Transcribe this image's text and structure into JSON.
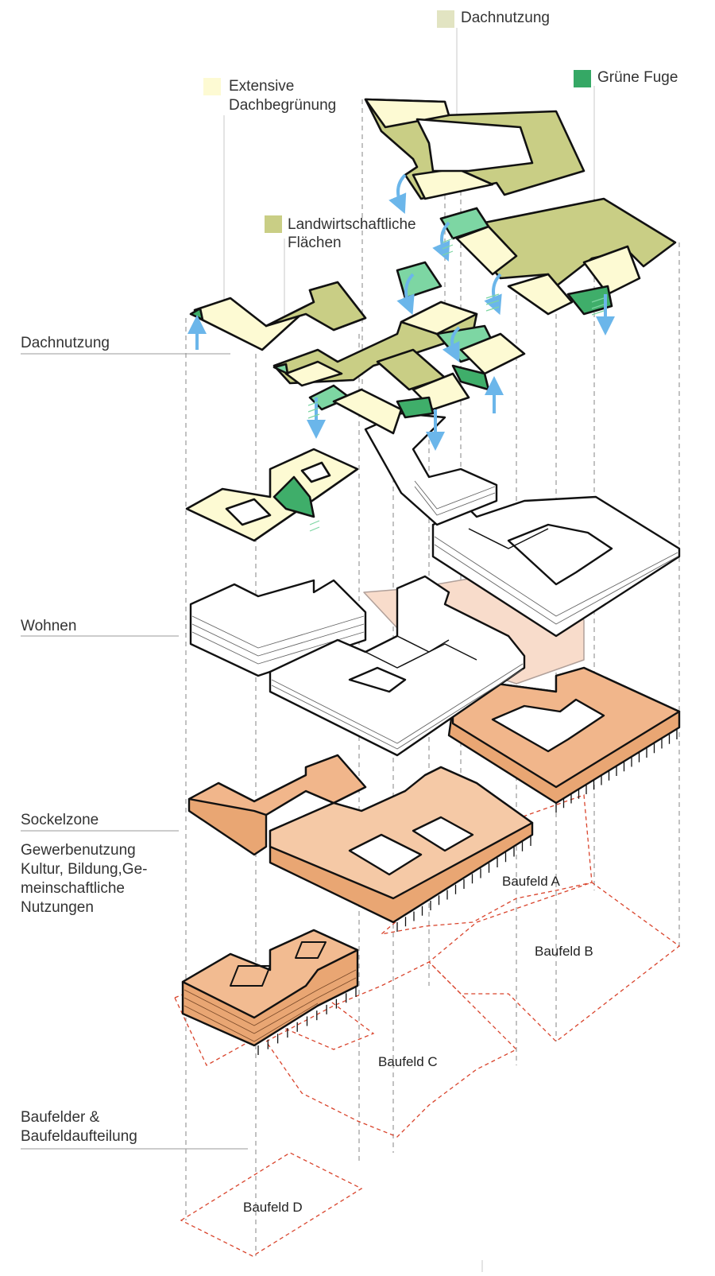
{
  "legend": {
    "dachnutzung": {
      "label": "Dachnutzung",
      "color": "#e2e4c2"
    },
    "gruene_fuge": {
      "label": "Grüne Fuge",
      "color": "#35a865"
    },
    "extensive": {
      "line1": "Extensive",
      "line2": "Dachbegrünung",
      "color": "#fdfad3"
    },
    "landwirtschaft": {
      "line1": "Landwirtschaftliche",
      "line2": "Flächen",
      "color": "#c9ce85"
    }
  },
  "layers": {
    "dachnutzung": "Dachnutzung",
    "wohnen": "Wohnen",
    "sockelzone": "Sockelzone",
    "sockel_desc": [
      "Gewerbenutzung",
      "Kultur, Bildung,Ge-",
      "meinschaftliche",
      "Nutzungen"
    ],
    "baufelder": [
      "Baufelder &",
      "Baufeldaufteilung"
    ]
  },
  "fields": {
    "a": "Baufeld A",
    "b": "Baufeld B",
    "c": "Baufeld C",
    "d": "Baufeld D"
  },
  "colors": {
    "ext": "#fdfad3",
    "agri": "#c9ce85",
    "green": "#3fae6a",
    "greenLight": "#7dd6a3",
    "orange": "#e9a673",
    "orangeLight": "#f5c9a6",
    "orangePale": "#f8dccb",
    "arrow": "#6bb6ea",
    "field": "#d9442c",
    "guide": "#9a9a9a"
  }
}
